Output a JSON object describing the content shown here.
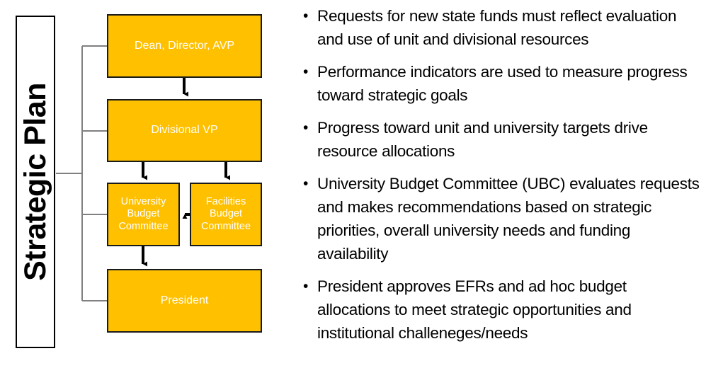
{
  "diagram": {
    "banner": {
      "label": "Strategic Plan"
    },
    "colors": {
      "box_fill": "#FFC000",
      "box_border": "#1a1a1a",
      "box_text": "#FFFFFF",
      "connector": "#000000",
      "bracket": "#808080",
      "background": "#FFFFFF"
    },
    "boxes": [
      {
        "id": "dean",
        "label": "Dean, Director, AVP"
      },
      {
        "id": "divvp",
        "label": "Divisional VP"
      },
      {
        "id": "ubc",
        "label": "University Budget Committee"
      },
      {
        "id": "fbc",
        "label": "Facilities Budget Committee"
      },
      {
        "id": "president",
        "label": "President"
      }
    ],
    "connections": [
      {
        "from": "dean",
        "to": "divvp",
        "direction": "down"
      },
      {
        "from": "divvp",
        "to": "ubc",
        "direction": "down"
      },
      {
        "from": "divvp",
        "to": "fbc",
        "direction": "down"
      },
      {
        "from": "fbc",
        "to": "ubc",
        "direction": "left"
      },
      {
        "from": "ubc",
        "to": "president",
        "direction": "down"
      }
    ]
  },
  "bullets": {
    "marker": "•",
    "items": [
      "Requests for new state funds must reflect evaluation and use of unit and divisional resources",
      "Performance indicators are used to measure progress toward strategic goals",
      "Progress toward unit and university targets drive resource allocations",
      "University Budget Committee (UBC) evaluates requests and makes recommendations based on strategic priorities, overall university needs and funding availability",
      "President approves EFRs and ad hoc budget allocations to meet strategic opportunities and institutional challeneges/needs"
    ]
  }
}
